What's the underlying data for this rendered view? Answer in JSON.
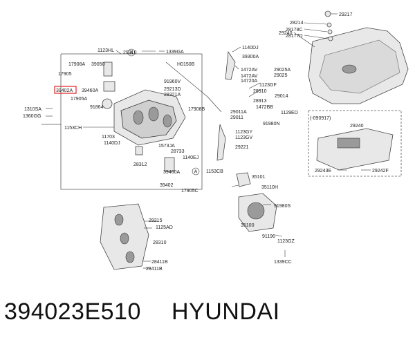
{
  "labels": {
    "l29217": "29217",
    "l28214": "28214",
    "l28178C": "28178C",
    "l28177D": "28177D",
    "l29240a": "29240",
    "l1123HL": "1123HL",
    "l29210": "29210",
    "l1339GA": "1339GA",
    "l1140DJa": "1140DJ",
    "l39300A": "39300A",
    "l1472AV": "1472AV",
    "l29025A": "29025A",
    "l1472AV2": "1472AV",
    "l29025": "29025",
    "l14720A": "14720A",
    "l1123GF": "1123GF",
    "l17908A": "17908A",
    "l39050": "39050",
    "lH0150B": "H0150B",
    "l28910": "28910",
    "l29014": "29014",
    "l17905": "17905",
    "l39402A": "39402A",
    "l39460Aa": "39460A",
    "l91960V": "91960V",
    "l29213D": "29213D",
    "l28321A": "28321A",
    "l28913": "28913",
    "l1472BB": "1472BB",
    "l17905A": "17905A",
    "l91864": "91864",
    "l1310SA": "1310SA",
    "l1360GG": "1360GG",
    "l17908B": "17908B",
    "l29011A": "29011A",
    "l1129ED": "1129ED",
    "l29011": "29011",
    "l091917": "(-090917)",
    "l91980N": "91980N",
    "l1153CH": "1153CH",
    "l29240b": "29240",
    "l1123GY": "1123GY",
    "l1123GV": "1123GV",
    "l11703": "11703",
    "l1140DJb": "1140DJ",
    "l1573JA": "1573JA",
    "l28733": "28733",
    "l29221": "29221",
    "l1140EJ": "1140EJ",
    "l28312": "28312",
    "l39460Ab": "39460A",
    "l1153CB": "1153CB",
    "l35101": "35101",
    "l29243E": "29243E",
    "l29242F": "29242F",
    "l39402": "39402",
    "l17905C": "17905C",
    "l35110H": "35110H",
    "l91980S": "91980S",
    "l29215": "29215",
    "l1125AD": "1125AD",
    "l35100": "35100",
    "l91196": "91196",
    "l1123GZ": "1123GZ",
    "l28310": "28310",
    "l1339CC": "1339CC",
    "l28411B": "28411B",
    "l28411B2": "28411B",
    "lA1": "A",
    "lA2": "A"
  },
  "footer": {
    "part_number": "394023E510",
    "brand": "HYUNDAI"
  },
  "colors": {
    "highlight": "#e02020",
    "line": "#333333"
  }
}
